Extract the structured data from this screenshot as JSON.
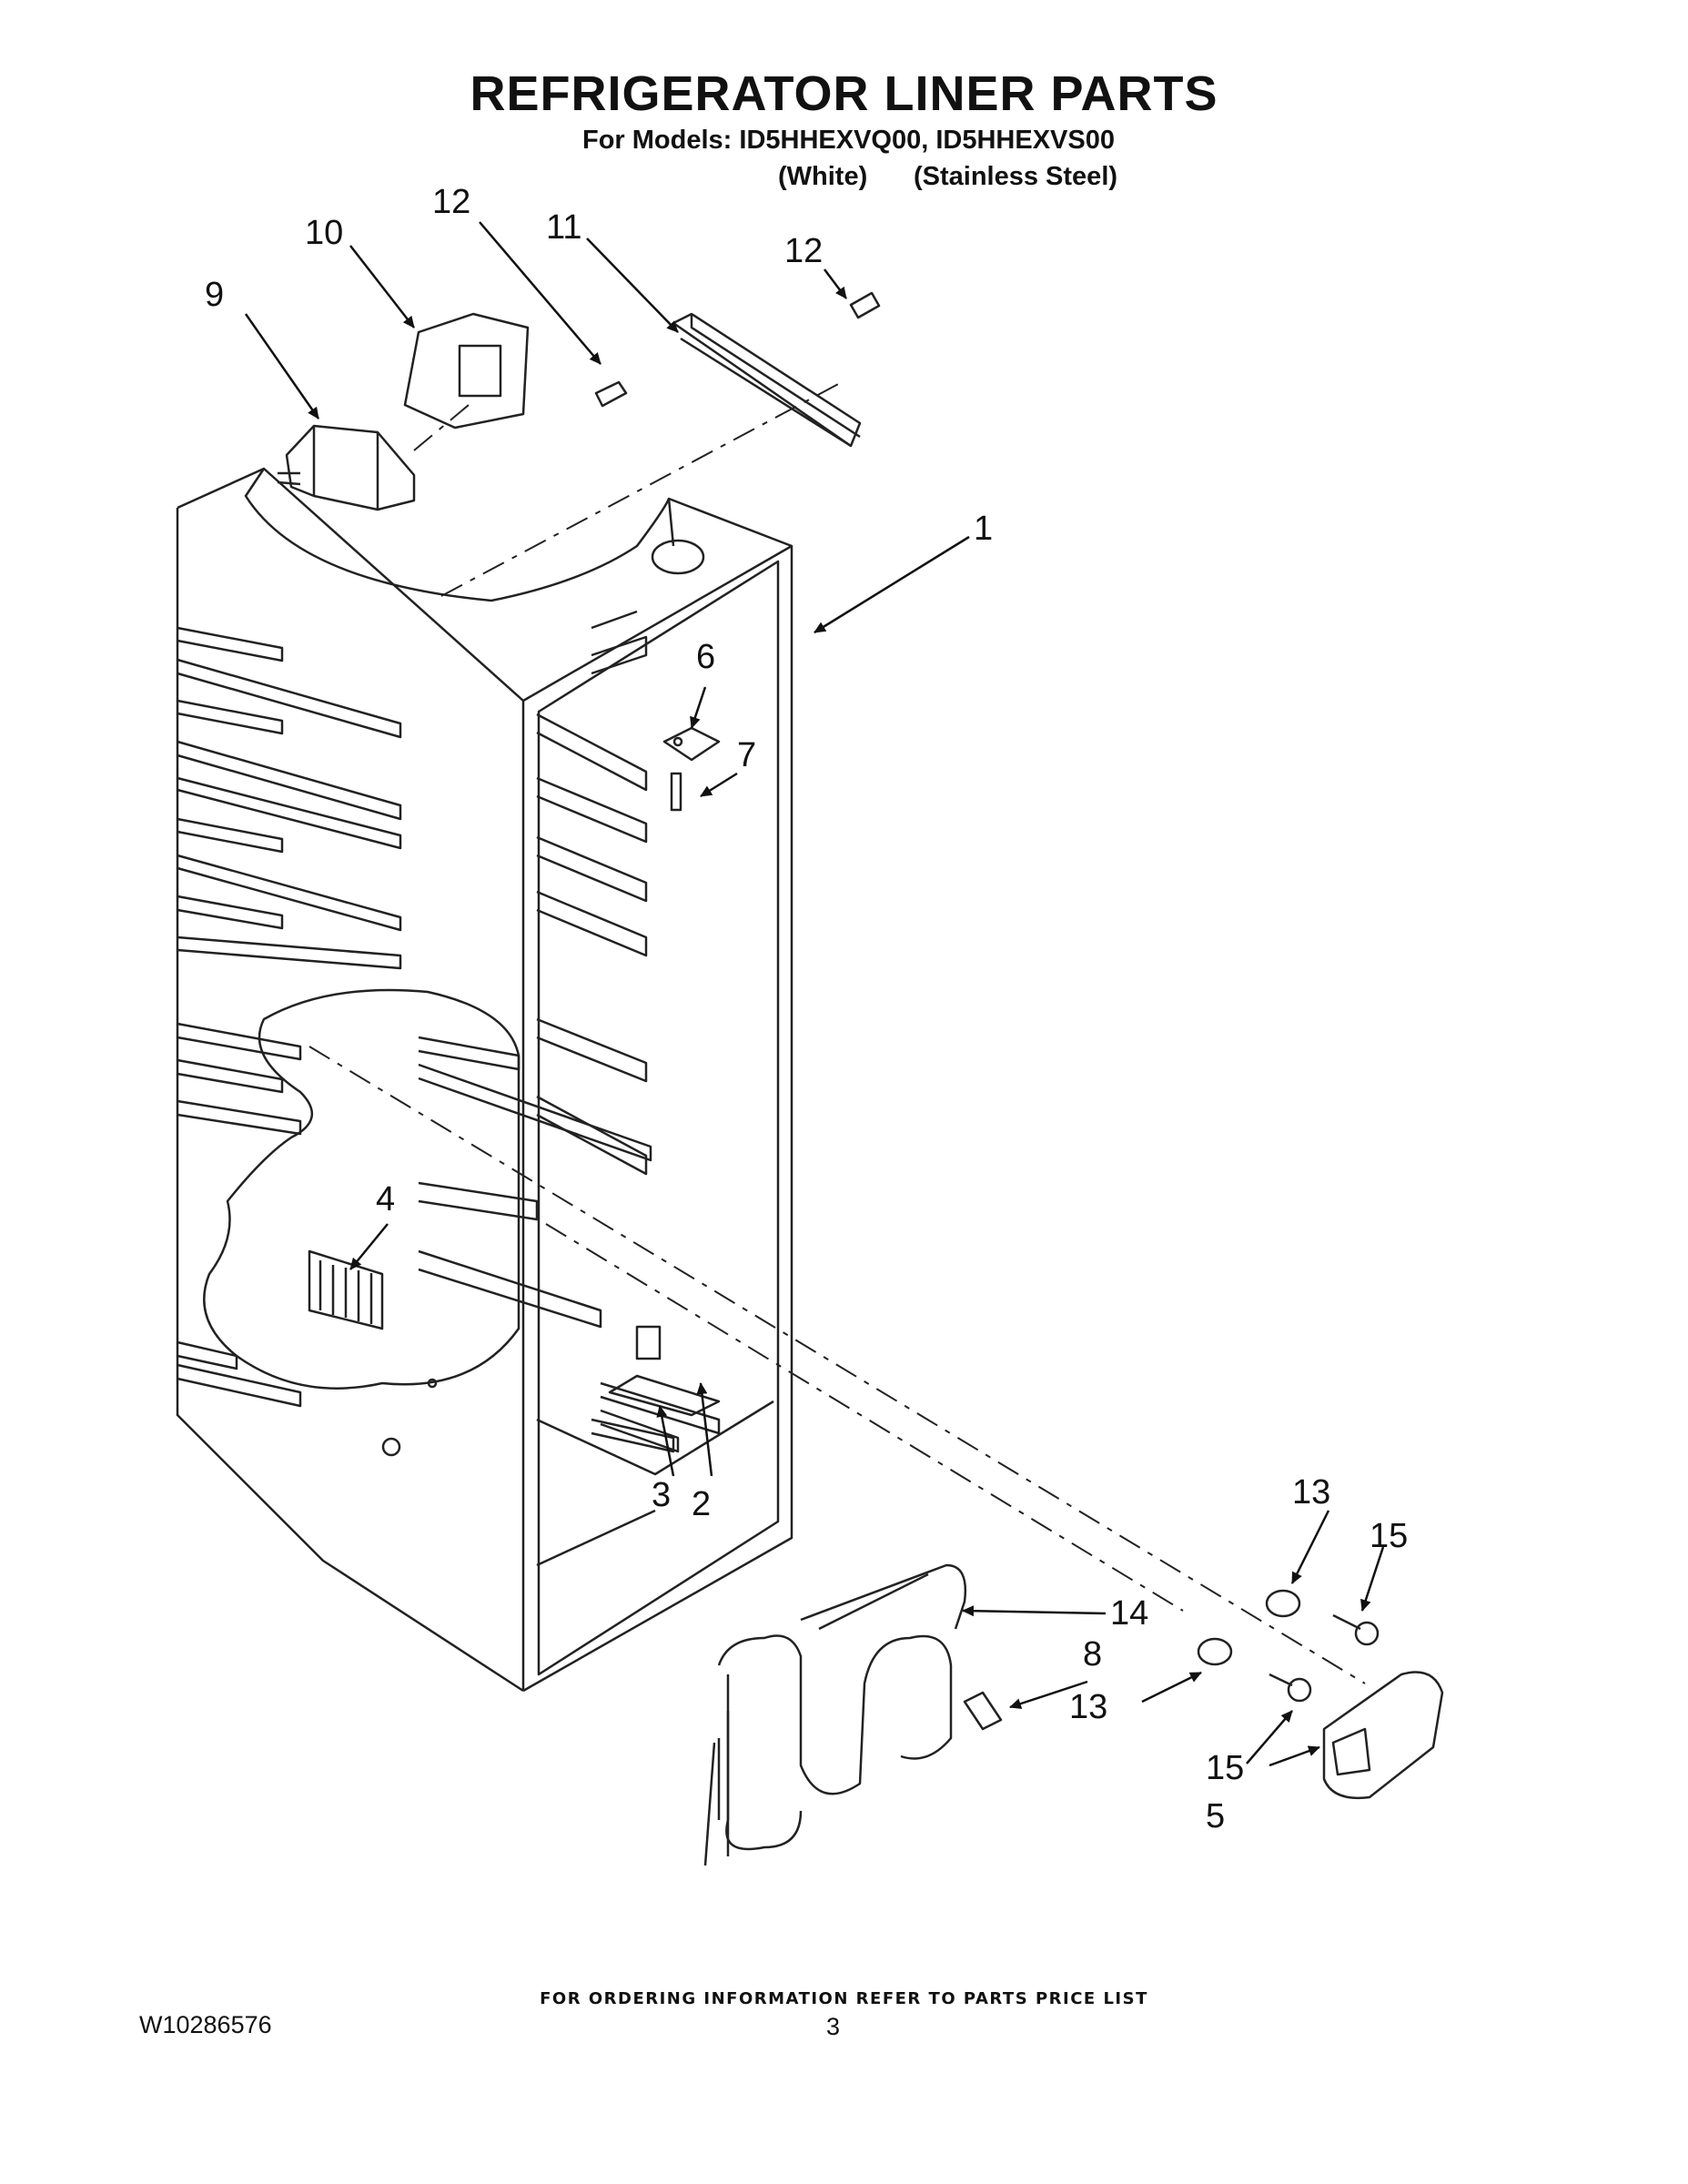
{
  "header": {
    "title": "REFRIGERATOR LINER PARTS",
    "models_line": "For Models: ID5HHEXVQ00, ID5HHEXVS00",
    "variant_white": "(White)",
    "variant_stainless": "(Stainless Steel)"
  },
  "callouts": {
    "c1": "1",
    "c2": "2",
    "c3": "3",
    "c4": "4",
    "c5": "5",
    "c6": "6",
    "c7": "7",
    "c8": "8",
    "c9": "9",
    "c10": "10",
    "c11": "11",
    "c12a": "12",
    "c12b": "12",
    "c13a": "13",
    "c13b": "13",
    "c14": "14",
    "c15a": "15",
    "c15b": "15"
  },
  "footer": {
    "ordering_note": "FOR ORDERING INFORMATION REFER TO PARTS PRICE LIST",
    "doc_number": "W10286576",
    "page_number": "3"
  }
}
